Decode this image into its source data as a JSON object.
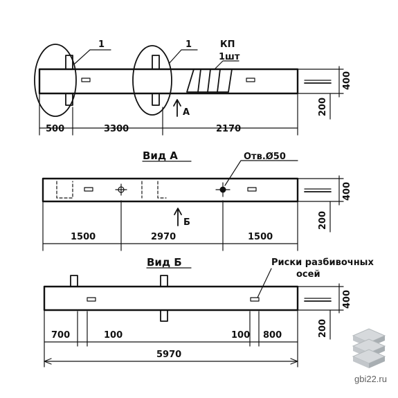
{
  "top_view": {
    "callout_1a": "1",
    "callout_1b": "1",
    "kp_label": "КП",
    "kp_qty": "1шт",
    "arrow_label": "А",
    "dim_500": "500",
    "dim_3300": "3300",
    "dim_2170": "2170",
    "dim_400": "400",
    "dim_200": "200"
  },
  "view_a": {
    "title": "Вид А",
    "hole_label": "Отв.Ø50",
    "arrow_label": "Б",
    "dim_1500_left": "1500",
    "dim_2970": "2970",
    "dim_1500_right": "1500",
    "dim_400": "400",
    "dim_200": "200"
  },
  "view_b": {
    "title": "Вид Б",
    "marks_label_1": "Риски разбивочных",
    "marks_label_2": "осей",
    "dim_700": "700",
    "dim_100_left": "100",
    "dim_100_right": "100",
    "dim_800": "800",
    "dim_5970": "5970",
    "dim_400": "400",
    "dim_200": "200"
  },
  "watermark": {
    "site": "gbi22.ru"
  }
}
